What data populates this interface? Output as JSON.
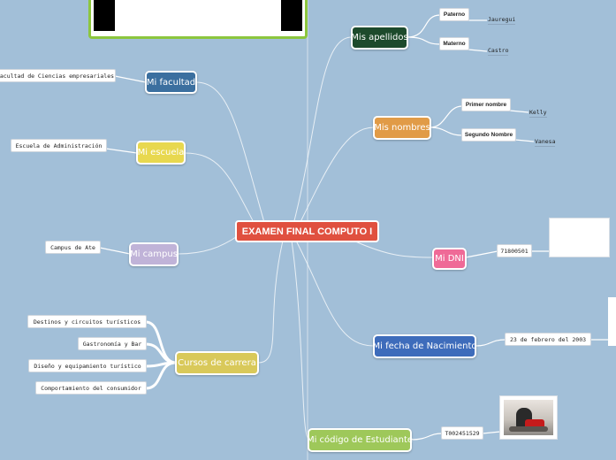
{
  "central": {
    "label": "EXAMEN FINAL COMPUTO I",
    "color": "#e0503f"
  },
  "branches": {
    "apellidos": {
      "label": "Mis apellidos",
      "color": "#1d4a2c"
    },
    "nombres": {
      "label": "Mis nombres",
      "color": "#e19b47"
    },
    "dni": {
      "label": "Mi DNI",
      "color": "#ef6a97"
    },
    "fecha": {
      "label": "Mi fecha de Nacimiento",
      "color": "#3e6cbb"
    },
    "codigo": {
      "label": "Mi código de Estudiante",
      "color": "#9ec85a"
    },
    "facultad": {
      "label": "Mi facultad",
      "color": "#3b6f9f"
    },
    "escuela": {
      "label": "Mi escuela",
      "color": "#e8d84f"
    },
    "campus": {
      "label": "Mi campus",
      "color": "#c0b3d8"
    },
    "cursos": {
      "label": "Cursos de carrera",
      "color": "#d9c95a"
    }
  },
  "leaves": {
    "paterno": "Paterno",
    "paterno_val": "Jauregui",
    "materno": "Materno",
    "materno_val": "Castro",
    "primer_nombre": "Primer nombre",
    "primer_nombre_val": "Kelly",
    "segundo_nombre": "Segundo Nombre",
    "segundo_nombre_val": "Vanesa",
    "dni_val": "71800501",
    "fecha_val": "23 de febrero del 2003",
    "codigo_val": "T002451529",
    "facultad_val": "Facultad de Ciencias empresariales",
    "escuela_val": "Escuela de Administración",
    "campus_val": "Campus de Ate",
    "curso1": "Destinos y circuitos turísticos",
    "curso2": "Gastronomía y Bar",
    "curso3": "Diseño y equipamiento turístico",
    "curso4": "Comportamiento del consumidor"
  },
  "colors": {
    "background": "#a2bfd8",
    "link": "#ffffff",
    "top_image_border": "#8cc63e"
  }
}
